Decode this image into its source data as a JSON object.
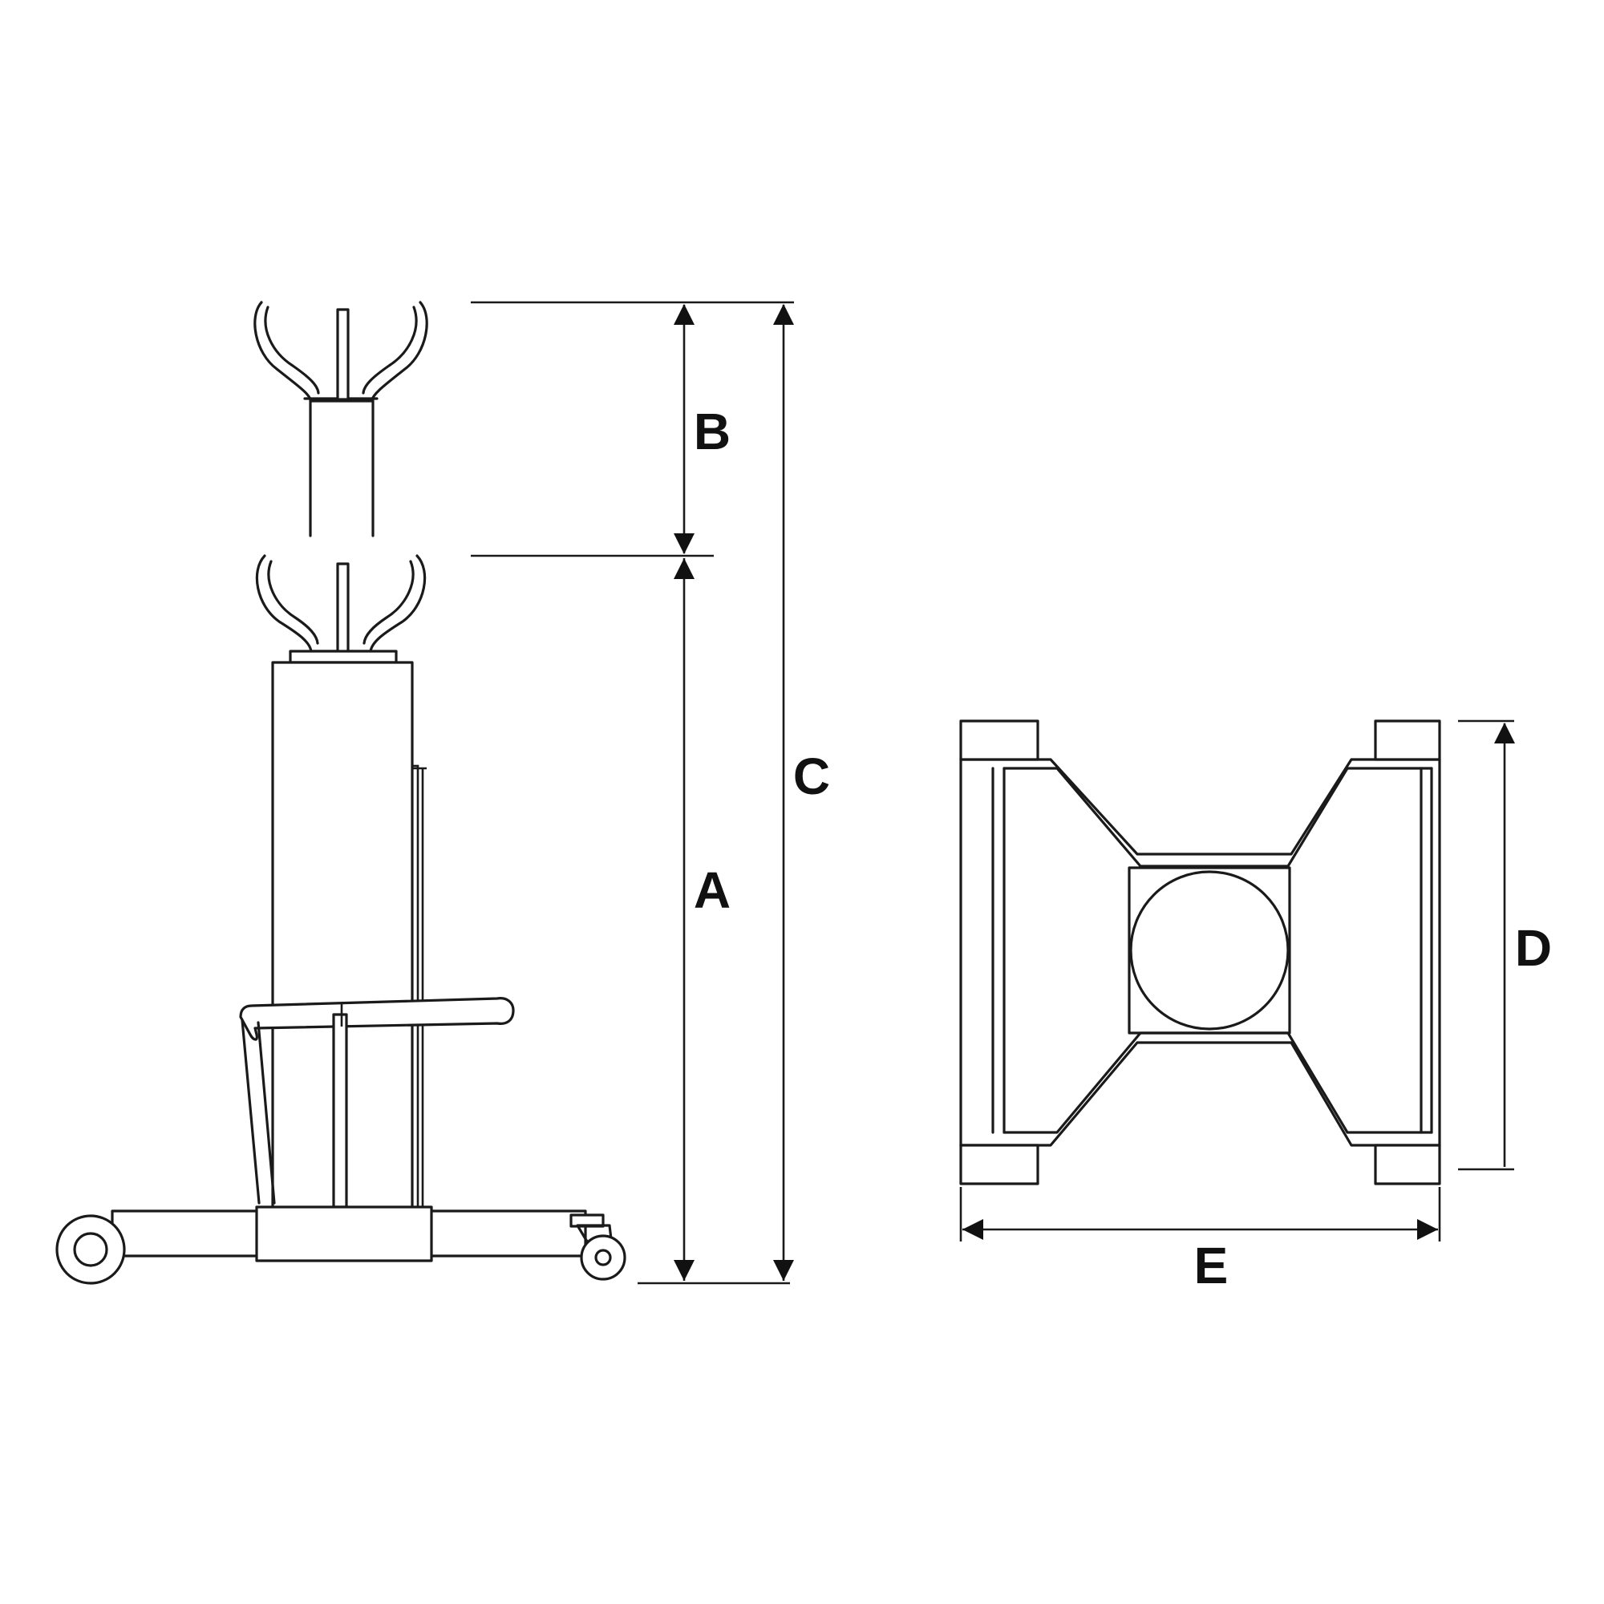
{
  "dimension_labels": {
    "a": "A",
    "b": "B",
    "c": "C",
    "d": "D",
    "e": "E"
  },
  "colors": {
    "line": "#1a1a1a",
    "background": "#ffffff"
  }
}
